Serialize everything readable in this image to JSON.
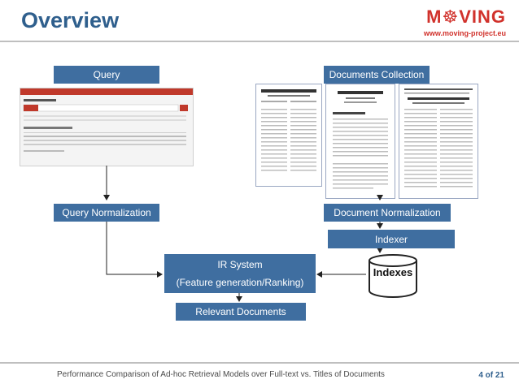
{
  "slide": {
    "title": "Overview",
    "logo": {
      "word": "M☸VING",
      "url": "www.moving-project.eu"
    },
    "footer": "Performance Comparison of Ad-hoc Retrieval Models over Full-text vs. Titles of Documents",
    "page_number": "4 of 21"
  },
  "diagram": {
    "query": "Query",
    "documents_collection": "Documents Collection",
    "query_normalization": "Query Normalization",
    "document_normalization": "Document Normalization",
    "indexer": "Indexer",
    "ir_system": "IR System",
    "ir_system_detail": "(Feature generation/Ranking)",
    "indexes": "Indexes",
    "relevant_documents": "Relevant Documents"
  },
  "colors": {
    "title": "#2f5f8d",
    "box": "#3f6ea0",
    "logo": "#d1322c"
  }
}
